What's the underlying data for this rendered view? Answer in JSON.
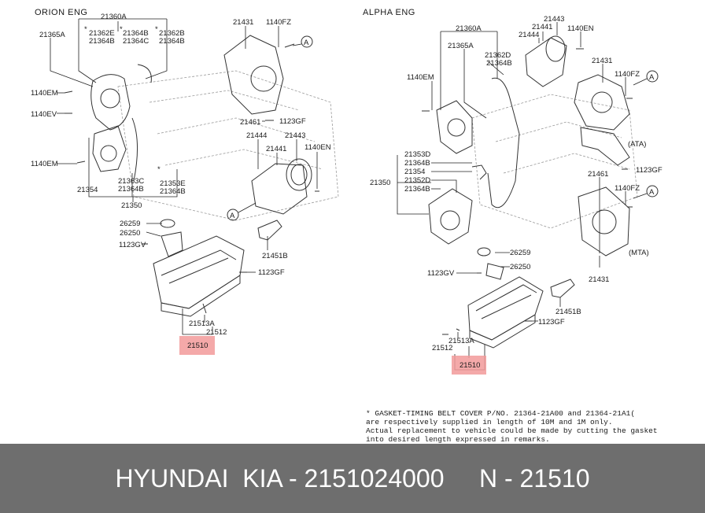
{
  "headers": {
    "left": "ORION ENG",
    "right": "ALPHA ENG"
  },
  "labels_left": {
    "p21360A": "21360A",
    "p21365A": "21365A",
    "p21362E": "21362E",
    "p21364B_a": "21364B",
    "p21364B_b": "21364B",
    "p21364C_a": "21364C",
    "p21362B": "21362B",
    "p21364B_c": "21364B",
    "p21431": "21431",
    "p1140FZ": "1140FZ",
    "p1140EM_a": "1140EM",
    "p1140EV": "1140EV",
    "p21461": "21461",
    "p1123GF_a": "1123GF",
    "p21444": "21444",
    "p21443": "21443",
    "p21441": "21441",
    "p1140EN": "1140EN",
    "p1140EM_b": "1140EM",
    "p21354": "21354",
    "p21363C": "21363C",
    "p21364B_d": "21364B",
    "p21353E": "21353E",
    "p21364B_e": "21364B",
    "p21350": "21350",
    "p26259": "26259",
    "p26250": "26250",
    "p1123GV": "1123GV",
    "p21451B": "21451B",
    "p1123GF_b": "1123GF",
    "p21513A": "21513A",
    "p21512": "21512",
    "p21510": "21510"
  },
  "labels_right": {
    "p21443": "21443",
    "p21360A": "21360A",
    "p21441": "21441",
    "p21444": "21444",
    "p1140EN": "1140EN",
    "p21365A": "21365A",
    "p21362D": "21362D",
    "p21364B_a": "21364B",
    "p21431_a": "21431",
    "p1140EM": "1140EM",
    "p1140FZ_a": "1140FZ",
    "p21353D": "21353D",
    "p21364B_b": "21364B",
    "p21354": "21354",
    "p21350": "21350",
    "p21352D": "21352D",
    "p21364B_c": "21364B",
    "ata": "(ATA)",
    "p21461": "21461",
    "p1123GF_a": "1123GF",
    "p1140FZ_b": "1140FZ",
    "mta": "(MTA)",
    "p26259": "26259",
    "p26250": "26250",
    "p1123GV": "1123GV",
    "p21431_b": "21431",
    "p21451B": "21451B",
    "p1123GF_b": "1123GF",
    "p21513A": "21513A",
    "p21512": "21512",
    "p21510": "21510"
  },
  "ref_marker": "A",
  "star": "*",
  "note_lines": [
    "* GASKET-TIMING BELT COVER P/NO. 21364-21A00 and 21364-21A1(",
    "  are respectively supplied in length of 10M and 1M only.",
    "  Actual replacement to vehicle could be made by cutting the gasket",
    "  into desired length expressed in remarks."
  ],
  "footer": {
    "brand": "HYUNDAI  KIA - 2151024000",
    "part": "N - 21510"
  },
  "highlight_color": "#f29a9a"
}
